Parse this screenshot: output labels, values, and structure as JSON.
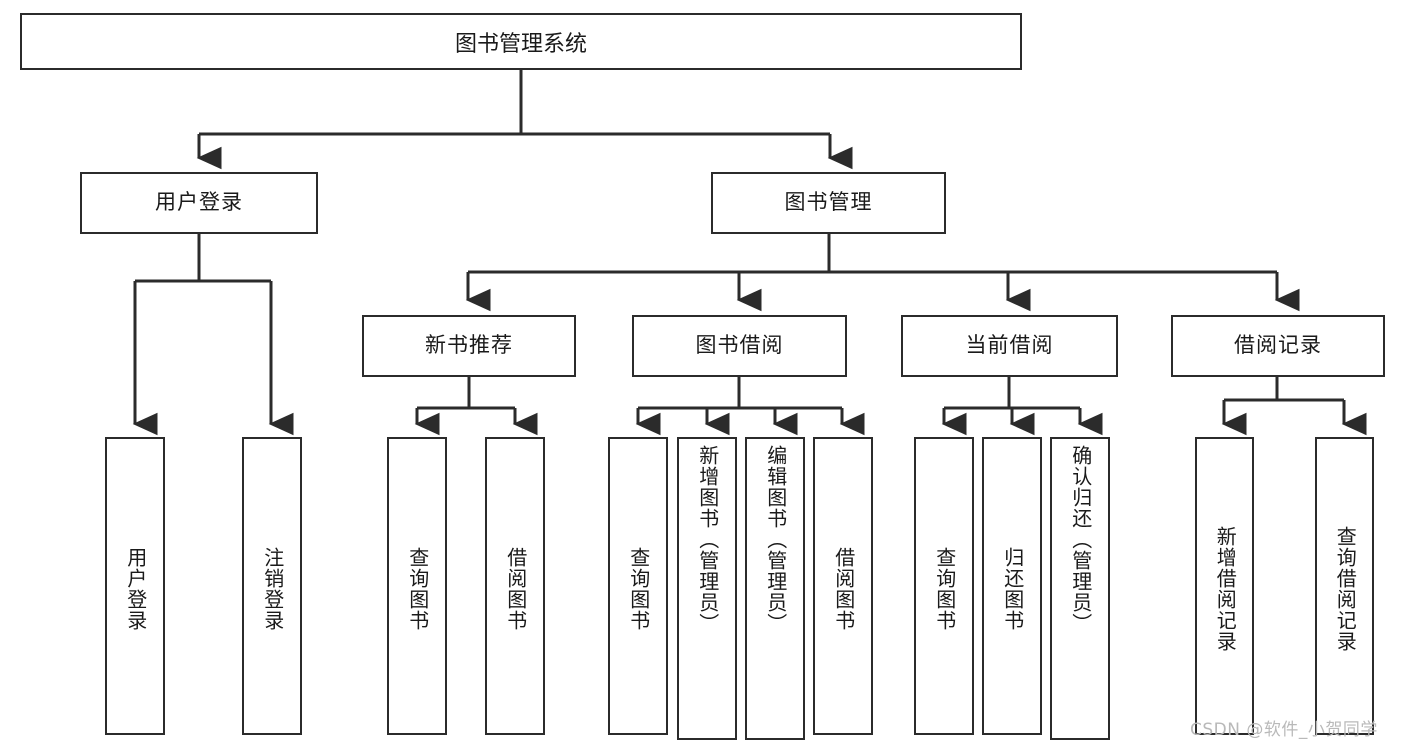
{
  "diagram": {
    "type": "tree-hierarchy",
    "title": "图书管理系统",
    "orientation": "top-down",
    "colors": {
      "box_border": "#2b2b2b",
      "box_fill": "#ffffff",
      "connector": "#2b2b2b",
      "text": "#1a1a1a",
      "background": "#ffffff",
      "watermark": "#b9b9b9"
    }
  },
  "root": {
    "label": "图书管理系统"
  },
  "level2": [
    {
      "id": "user-login",
      "label": "用户登录"
    },
    {
      "id": "book-manage",
      "label": "图书管理"
    }
  ],
  "level3": [
    {
      "id": "new-book-recommend",
      "label": "新书推荐"
    },
    {
      "id": "book-borrow",
      "label": "图书借阅"
    },
    {
      "id": "current-borrow",
      "label": "当前借阅"
    },
    {
      "id": "borrow-record",
      "label": "借阅记录"
    }
  ],
  "leaves": {
    "user_login": [
      {
        "id": "leaf-user-login",
        "label": "用户登录"
      },
      {
        "id": "leaf-user-logout",
        "label": "注销登录"
      }
    ],
    "new_book_recommend": [
      {
        "id": "leaf-query-book-1",
        "label": "查询图书"
      },
      {
        "id": "leaf-borrow-book-1",
        "label": "借阅图书"
      }
    ],
    "book_borrow": [
      {
        "id": "leaf-query-book-2",
        "label": "查询图书"
      },
      {
        "id": "leaf-add-book",
        "label": "新增图书（管理员）"
      },
      {
        "id": "leaf-edit-book",
        "label": "编辑图书（管理员）"
      },
      {
        "id": "leaf-borrow-book-2",
        "label": "借阅图书"
      }
    ],
    "current_borrow": [
      {
        "id": "leaf-query-book-3",
        "label": "查询图书"
      },
      {
        "id": "leaf-return-book",
        "label": "归还图书"
      },
      {
        "id": "leaf-confirm-return",
        "label": "确认归还（管理员）"
      }
    ],
    "borrow_record": [
      {
        "id": "leaf-add-record",
        "label": "新增借阅记录"
      },
      {
        "id": "leaf-query-record",
        "label": "查询借阅记录"
      }
    ]
  },
  "watermark": {
    "text": "CSDN @软件_小贺同学"
  }
}
